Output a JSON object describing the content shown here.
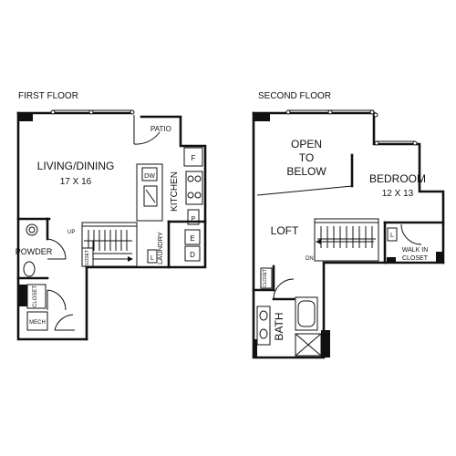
{
  "floors": {
    "first": {
      "title": "FIRST FLOOR",
      "rooms": {
        "living": {
          "name": "LIVING/DINING",
          "size": "17 X 16"
        },
        "patio": "PATIO",
        "kitchen": "KITCHEN",
        "powder": "POWDER",
        "laundry": "LAUNDRY",
        "closet_stair": "CLOSET",
        "closet": "CLOSET",
        "mech": "MECH"
      },
      "fixtures": {
        "dw": "DW",
        "f": "F",
        "p": "P",
        "d": "D",
        "e": "E",
        "l": "L"
      },
      "stair": "UP"
    },
    "second": {
      "title": "SECOND FLOOR",
      "rooms": {
        "open_to_below": [
          "OPEN",
          "TO",
          "BELOW"
        ],
        "bedroom": {
          "name": "BEDROOM",
          "size": "12 X 13"
        },
        "loft": "LOFT",
        "walk_in": [
          "WALK IN",
          "CLOSET"
        ],
        "bath": "BATH",
        "closet": "CLOSET"
      },
      "fixtures": {
        "l": "L"
      },
      "stair": "DN"
    }
  }
}
